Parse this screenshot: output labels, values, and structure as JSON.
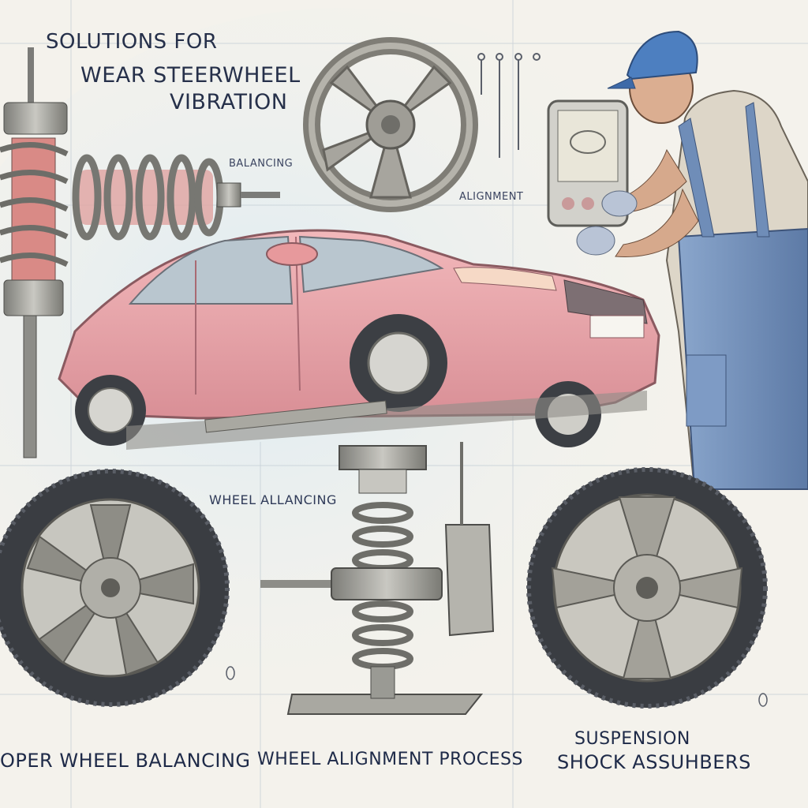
{
  "title": {
    "line1": "SOLUTIONS FOR",
    "line2": "WEAR STEERWHEEL",
    "line3": "VIBRATION"
  },
  "labels": {
    "balancing": "BALANCING",
    "alignment": "ALIGNMENT",
    "wheel_alancing": "WHEEL ALLANCING"
  },
  "captions": {
    "left": "OPER WHEEL BALANCING",
    "center": "WHEEL ALIGNMENT PROCESS",
    "right_line1": "SUSPENSION",
    "right_line2": "SHOCK ASSUHBERS"
  },
  "colors": {
    "car_body": "#e9a3a8",
    "mechanic_overalls": "#6f8db8",
    "mechanic_cap": "#4d7fc0",
    "metal": "#9a9a94",
    "tire": "#3c3f44",
    "wash_blue": "#cfe3ee",
    "ink": "#2b3550"
  }
}
